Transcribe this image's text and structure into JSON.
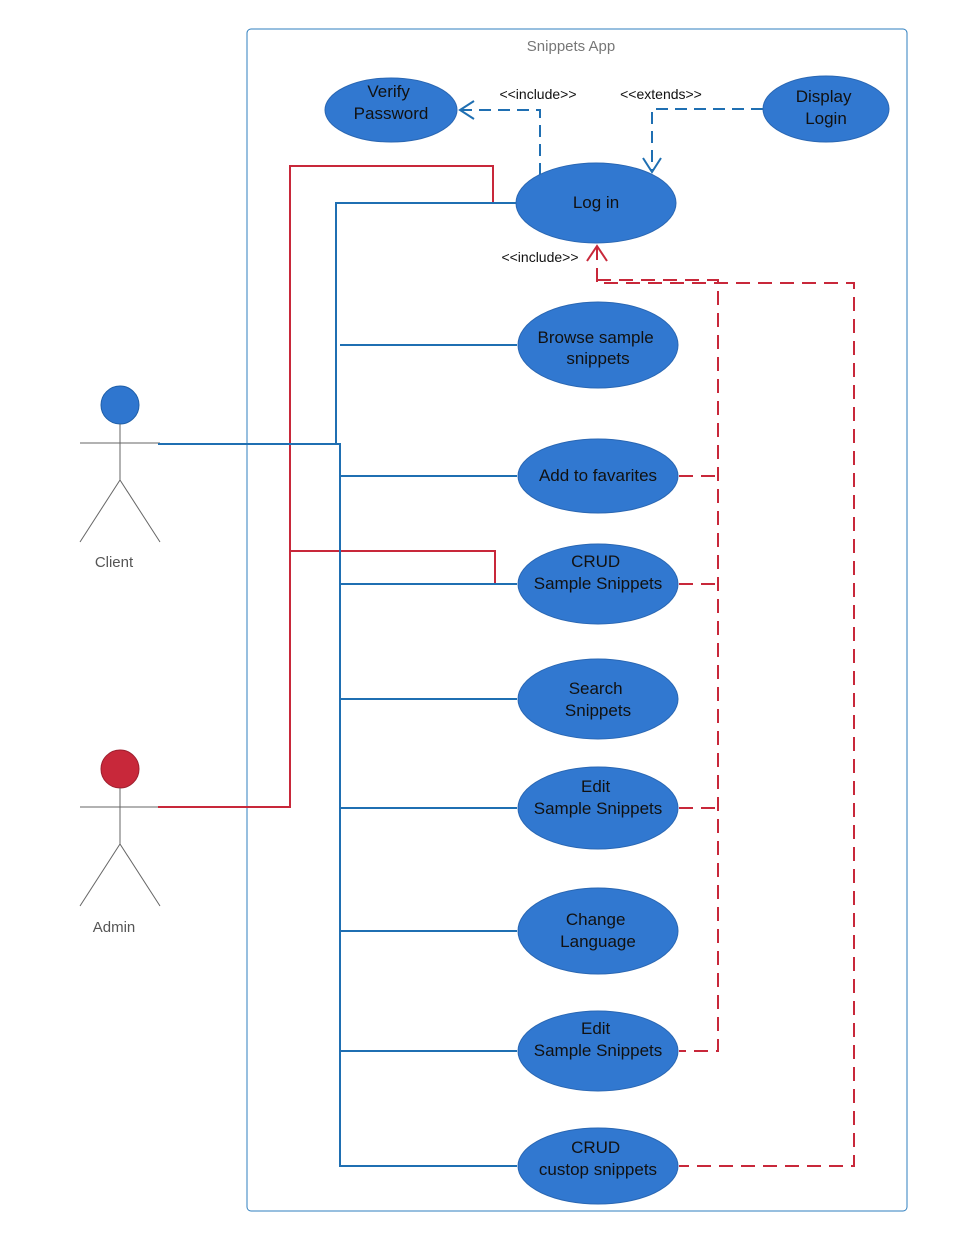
{
  "system": {
    "title": "Snippets App"
  },
  "actors": [
    {
      "id": "client",
      "label": "Client",
      "color": "#2f76cf"
    },
    {
      "id": "admin",
      "label": "Admin",
      "color": "#c8283a"
    }
  ],
  "use_cases": [
    {
      "id": "verify-password",
      "lines": [
        "Verify",
        "Password"
      ]
    },
    {
      "id": "display-login",
      "lines": [
        "Display",
        "Login"
      ]
    },
    {
      "id": "log-in",
      "lines": [
        "Log in"
      ]
    },
    {
      "id": "browse-sample-snippets",
      "lines": [
        "Browse sample",
        "snippets"
      ]
    },
    {
      "id": "add-to-favarites",
      "lines": [
        "Add to favarites"
      ]
    },
    {
      "id": "crud-sample-snippets",
      "lines": [
        "CRUD",
        "Sample Snippets"
      ]
    },
    {
      "id": "search-snippets",
      "lines": [
        "Search",
        "Snippets"
      ]
    },
    {
      "id": "edit-sample-snippets-1",
      "lines": [
        "Edit",
        "Sample Snippets"
      ]
    },
    {
      "id": "change-language",
      "lines": [
        "Change",
        "Language"
      ]
    },
    {
      "id": "edit-sample-snippets-2",
      "lines": [
        "Edit",
        "Sample Snippets"
      ]
    },
    {
      "id": "crud-custop-snippets",
      "lines": [
        "CRUD",
        "custop snippets"
      ]
    }
  ],
  "relations": {
    "include_top": "<<include>>",
    "extends_top": "<<extends>>",
    "include_login": "<<include>>"
  },
  "colors": {
    "use_case_fill": "#3178d0",
    "client_line": "#1f6fb2",
    "admin_line": "#c8283a",
    "frame": "#2f7fbf"
  }
}
